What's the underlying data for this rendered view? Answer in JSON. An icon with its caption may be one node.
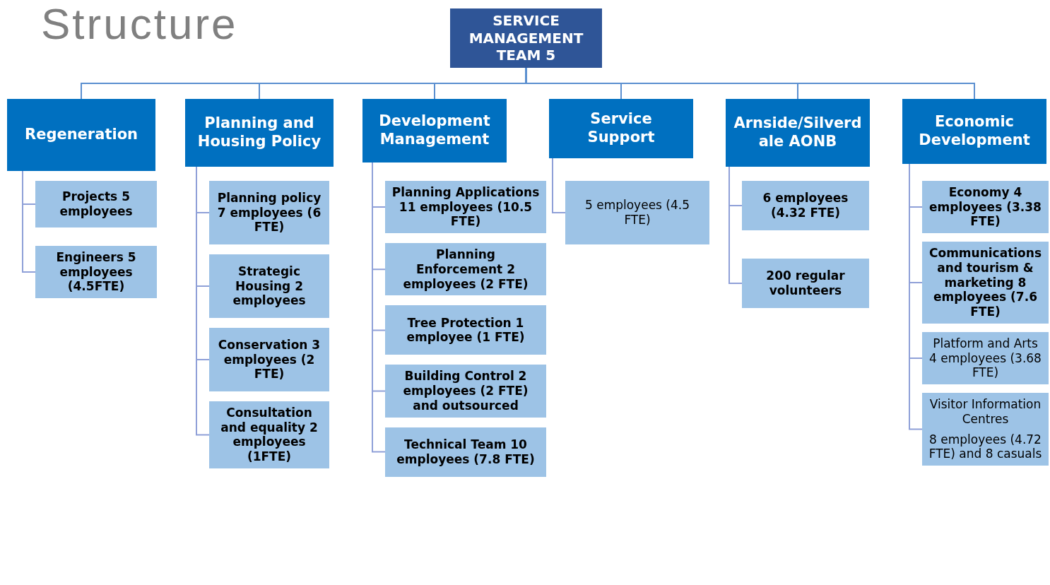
{
  "diagram": {
    "title": "Structure",
    "nodes": [
      {
        "text": [
          "SERVICE MANAGEMENT TEAM 5"
        ]
      },
      {
        "text": [
          "Regeneration"
        ]
      },
      {
        "text": [
          "Planning and Housing Policy"
        ]
      },
      {
        "text": [
          "Development Management"
        ]
      },
      {
        "text": [
          "Service Support"
        ]
      },
      {
        "text": [
          "Arnside/Silverdale AONB"
        ]
      },
      {
        "text": [
          "Economic Development"
        ]
      },
      {
        "text": [
          "Projects 5 employees"
        ]
      },
      {
        "text": [
          "Engineers 5 employees (4.5FTE)"
        ]
      },
      {
        "text": [
          "Planning policy 7 employees (6 FTE)"
        ]
      },
      {
        "text": [
          "Strategic Housing 2 employees"
        ]
      },
      {
        "text": [
          "Conservation 3 employees (2 FTE)"
        ]
      },
      {
        "text": [
          "Consultation and equality 2 employees (1FTE)"
        ]
      },
      {
        "text": [
          "Planning Applications 11 employees (10.5 FTE)"
        ]
      },
      {
        "text": [
          "Planning Enforcement 2 employees (2 FTE)"
        ]
      },
      {
        "text": [
          "Tree Protection 1 employee (1 FTE)"
        ]
      },
      {
        "text": [
          "Building Control 2 employees (2 FTE) and outsourced"
        ]
      },
      {
        "text": [
          "Technical Team 10 employees (7.8 FTE)"
        ]
      },
      {
        "text": [
          "5 employees (4.5 FTE)"
        ]
      },
      {
        "text": [
          "6 employees (4.32 FTE)"
        ]
      },
      {
        "text": [
          "200 regular volunteers"
        ]
      },
      {
        "text": [
          "Economy 4 employees (3.38 FTE)"
        ]
      },
      {
        "text": [
          "Communications and tourism & marketing 8 employees (7.6 FTE)"
        ]
      },
      {
        "text": [
          "Platform and Arts 4 employees (3.68 FTE)"
        ]
      },
      {
        "text": [
          "Visitor Information Centres",
          "8 employees (4.72 FTE) and 8 casuals"
        ]
      }
    ],
    "edges": [
      {
        "from": 0,
        "to": 1,
        "arrow": "none"
      },
      {
        "from": 0,
        "to": 2,
        "arrow": "none"
      },
      {
        "from": 0,
        "to": 3,
        "arrow": "none"
      },
      {
        "from": 0,
        "to": 4,
        "arrow": "none"
      },
      {
        "from": 0,
        "to": 5,
        "arrow": "none"
      },
      {
        "from": 0,
        "to": 6,
        "arrow": "none"
      },
      {
        "from": 1,
        "to": 7,
        "arrow": "none"
      },
      {
        "from": 1,
        "to": 8,
        "arrow": "none"
      },
      {
        "from": 2,
        "to": 9,
        "arrow": "none"
      },
      {
        "from": 2,
        "to": 10,
        "arrow": "none"
      },
      {
        "from": 2,
        "to": 11,
        "arrow": "none"
      },
      {
        "from": 2,
        "to": 12,
        "arrow": "none"
      },
      {
        "from": 3,
        "to": 13,
        "arrow": "none"
      },
      {
        "from": 3,
        "to": 14,
        "arrow": "none"
      },
      {
        "from": 3,
        "to": 15,
        "arrow": "none"
      },
      {
        "from": 3,
        "to": 16,
        "arrow": "none"
      },
      {
        "from": 3,
        "to": 17,
        "arrow": "none"
      },
      {
        "from": 4,
        "to": 18,
        "arrow": "none"
      },
      {
        "from": 5,
        "to": 19,
        "arrow": "none"
      },
      {
        "from": 5,
        "to": 20,
        "arrow": "none"
      },
      {
        "from": 6,
        "to": 21,
        "arrow": "none"
      },
      {
        "from": 6,
        "to": 22,
        "arrow": "none"
      },
      {
        "from": 6,
        "to": 23,
        "arrow": "none"
      },
      {
        "from": 6,
        "to": 24,
        "arrow": "none"
      }
    ]
  }
}
